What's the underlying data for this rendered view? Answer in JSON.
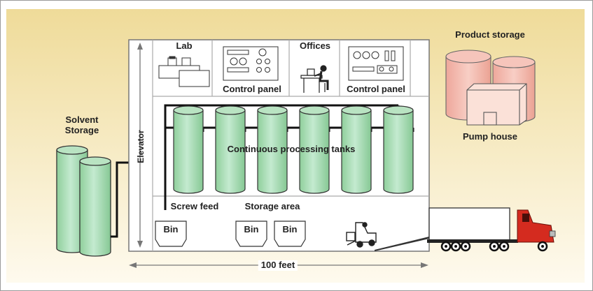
{
  "diagram": {
    "solvent_storage_label": "Solvent\nStorage",
    "elevator_label": "Elevator",
    "lab_label": "Lab",
    "offices_label": "Offices",
    "control_panel_left_label": "Control panel",
    "control_panel_right_label": "Control panel",
    "tanks_label": "Continuous processing tanks",
    "screw_feed_label": "Screw feed",
    "storage_area_label": "Storage area",
    "bin_labels": [
      "Bin",
      "Bin",
      "Bin"
    ],
    "product_storage_label": "Product storage",
    "pump_house_label": "Pump house",
    "dimension_label": "100 feet"
  },
  "colors": {
    "background_top": "#f1dfa0",
    "background_bottom": "#fdf6e2",
    "building": "#ffffff",
    "tank_fill": "#a8dcb0",
    "tank_stroke": "#3b3b3b",
    "product_tank": "#f2b7ad",
    "pump_house": "#f8d6cb",
    "truck_cab": "#d42b1f",
    "trailer": "#ffffff",
    "pipe": "#111111",
    "arrow": "#777777"
  },
  "icons": [
    "lab-equipment-icon",
    "control-panel-icon",
    "office-worker-icon",
    "forklift-icon",
    "truck-icon"
  ]
}
